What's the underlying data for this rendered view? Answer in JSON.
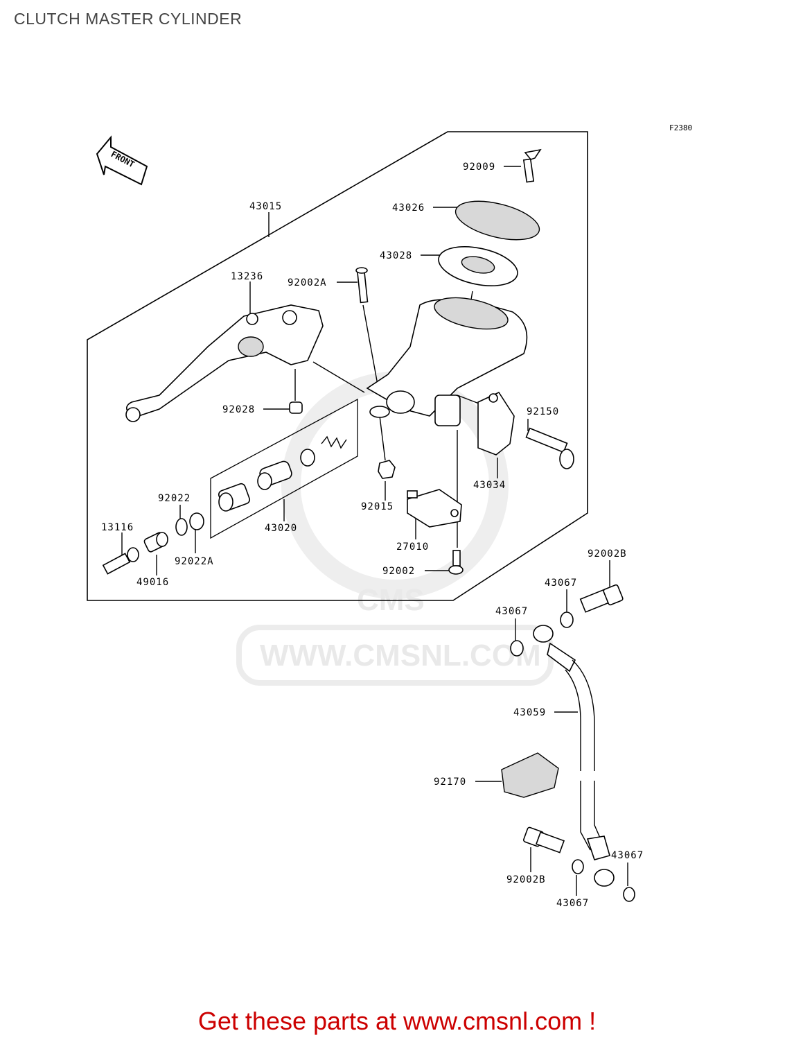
{
  "header": {
    "title": "CLUTCH MASTER CYLINDER"
  },
  "figure_code": "F2380",
  "front_arrow": {
    "label": "FRONT"
  },
  "watermark": {
    "text": "WWW.CMSNL.COM",
    "logo_text": "CMS"
  },
  "parts": {
    "p92009": "92009",
    "p43026": "43026",
    "p43028": "43028",
    "p43015": "43015",
    "p13236": "13236",
    "p92002A": "92002A",
    "p92028": "92028",
    "p92150": "92150",
    "p43034": "43034",
    "p92015": "92015",
    "p92022": "92022",
    "p43020": "43020",
    "p13116": "13116",
    "p27010": "27010",
    "p92022A": "92022A",
    "p49016": "49016",
    "p92002": "92002",
    "p92002B_top": "92002B",
    "p43067_a": "43067",
    "p43067_b": "43067",
    "p43059": "43059",
    "p92170": "92170",
    "p92002B_bottom": "92002B",
    "p43067_c": "43067",
    "p43067_d": "43067"
  },
  "footer": {
    "text": "Get these parts at www.cmsnl.com !"
  }
}
